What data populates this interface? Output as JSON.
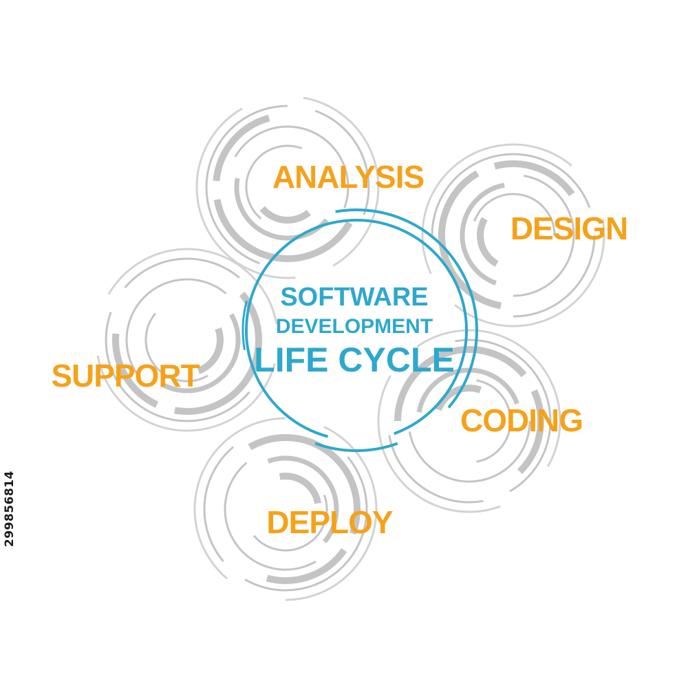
{
  "center": {
    "line1": "SOFTWARE",
    "line2": "DEVELOPMENT",
    "line3": "LIFE CYCLE"
  },
  "stages": [
    {
      "label": "ANALYSIS"
    },
    {
      "label": "DESIGN"
    },
    {
      "label": "CODING"
    },
    {
      "label": "DEPLOY"
    },
    {
      "label": "SUPPORT"
    }
  ],
  "side_id": "299856814",
  "colors": {
    "accent_blue": "#2ea8cc",
    "stage_orange": "#f5a21b",
    "ring_gray": "#c4c4c4",
    "ring_gray_light": "#d3d3d3"
  }
}
